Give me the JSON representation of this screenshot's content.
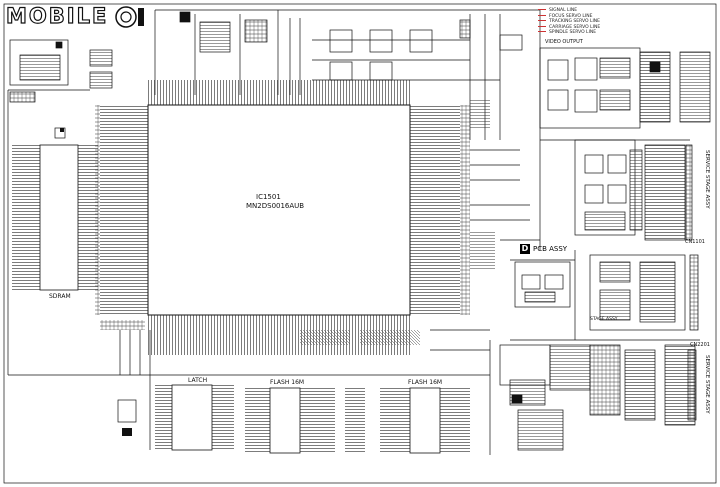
{
  "logo": "MOBILE",
  "pcb": {
    "badge": "D",
    "title": "PCB ASSY"
  },
  "ic_main": {
    "ref": "IC1501",
    "part": "MN2DS0016AUB"
  },
  "blocks": {
    "sdram": "SDRAM",
    "latch": "LATCH",
    "flash_a": "FLASH 16M",
    "flash_b": "FLASH 16M",
    "video_output": "VIDEO OUTPUT",
    "cn1101": "CN1101",
    "cn2201": "CN2201",
    "stage_assy": "STAGE ASSY"
  },
  "side_labels": {
    "service_stage_assy_a": "SERVICE STAGE ASSY",
    "service_stage_assy_b": "SERVICE STAGE ASSY"
  },
  "legend": [
    "SIGNAL LINE",
    "FOCUS SERVO LINE",
    "TRACKING SERVO LINE",
    "CARRIAGE SERVO LINE",
    "SPINDLE SERVO LINE"
  ]
}
